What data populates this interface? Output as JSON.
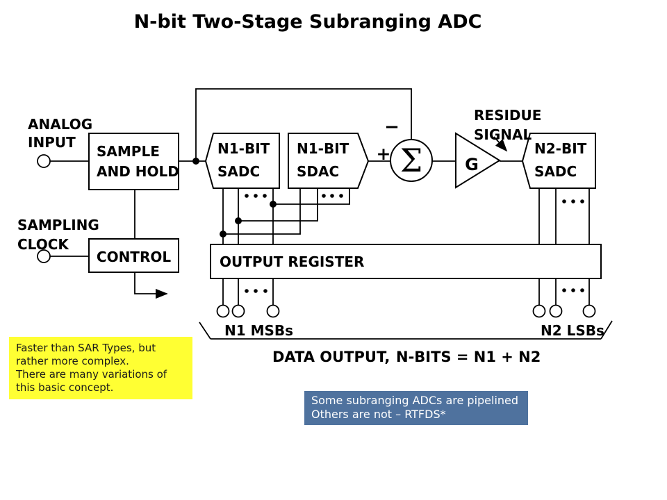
{
  "title": "N-bit Two-Stage Subranging ADC",
  "input_labels": {
    "analog_input": "ANALOG\nINPUT",
    "sampling_clock": "SAMPLING\nCLOCK"
  },
  "blocks": {
    "sample_and_hold": "SAMPLE\nAND HOLD",
    "control": "CONTROL",
    "n1_sadc": "N1-BIT\nSADC",
    "n1_sdac": "N1-BIT\nSDAC",
    "n2_sadc": "N2-BIT\nSADC",
    "output_register": "OUTPUT REGISTER",
    "gain": "G",
    "summer": "Σ"
  },
  "summer_signs": {
    "plus": "+",
    "minus": "−"
  },
  "annotations": {
    "residue_signal": "RESIDUE\nSIGNAL",
    "n1_msbs": "N1 MSBs",
    "n2_lsbs": "N2 LSBs",
    "data_output": "DATA OUTPUT,",
    "nbits_formula": "N-BITS = N1 + N2"
  },
  "notes": {
    "yellow_note": {
      "text": "Faster than SAR Types, but\nrather more complex.\nThere are many variations of\nthis basic concept.",
      "bg_color": "#FFFF33",
      "text_color": "#1A1A1A"
    },
    "blue_note": {
      "text": "Some subranging ADCs are pipelined\nOthers are not – RTFDS*",
      "bg_color": "#4F729E",
      "text_color": "#FFFFFF"
    }
  },
  "colors": {
    "background": "#FFFFFF",
    "line": "#000000"
  }
}
